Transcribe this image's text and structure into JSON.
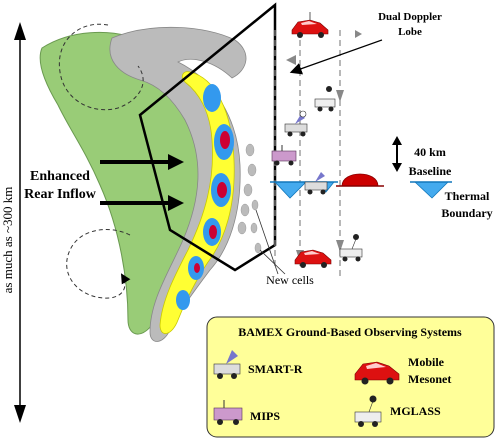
{
  "labels": {
    "scale_label": "as much as ~300 km",
    "inflow_line1": "Enhanced",
    "inflow_line2": "Rear Inflow",
    "doppler_line1": "Dual Doppler",
    "doppler_line2": "Lobe",
    "baseline_line1": "40 km",
    "baseline_line2": "Baseline",
    "thermal_line1": "Thermal",
    "thermal_line2": "Boundary",
    "new_cells": "New cells"
  },
  "legend": {
    "title": "BAMEX Ground-Based Observing Systems",
    "items": [
      {
        "label": "SMART-R",
        "icon": "smart-r-radar-truck-icon"
      },
      {
        "label": "Mobile Mesonet",
        "icon": "mobile-mesonet-car-icon"
      },
      {
        "label": "MIPS",
        "icon": "mips-profiler-truck-icon"
      },
      {
        "label": "MGLASS",
        "icon": "mglass-sonde-vehicle-icon"
      }
    ]
  },
  "colors": {
    "stratiform_green": "#99cc77",
    "anvil_gray": "#bbbbbb",
    "low_reflectivity_yellow": "#ffff33",
    "moderate_reflectivity_blue": "#3399ee",
    "high_reflectivity_red": "#cc0033",
    "legend_background": "#ffff99",
    "mesonet_red": "#dd1111",
    "thermal_boundary_blue": "#44aaee"
  }
}
